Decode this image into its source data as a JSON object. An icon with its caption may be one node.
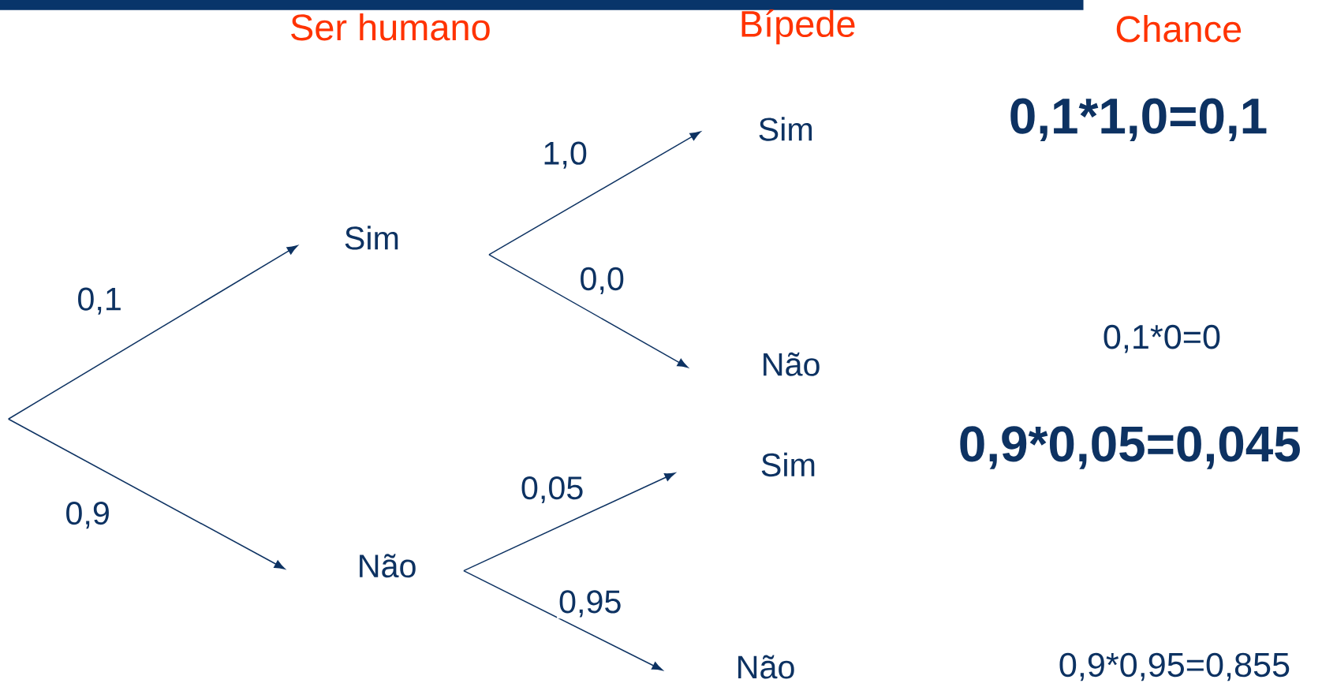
{
  "diagram": {
    "nodes": [
      {
        "text": [
          "Sim"
        ]
      },
      {
        "text": [
          "Não"
        ]
      },
      {
        "text": [
          "Sim"
        ]
      },
      {
        "text": [
          "Não"
        ]
      },
      {
        "text": [
          "Sim"
        ]
      },
      {
        "text": [
          "Não"
        ]
      }
    ],
    "edges": [
      {
        "from": null,
        "to": 0,
        "arrow": "to",
        "label": "0,1"
      },
      {
        "from": null,
        "to": 1,
        "arrow": "to",
        "label": "0,9"
      },
      {
        "from": 0,
        "to": 2,
        "arrow": "to",
        "label": "1,0"
      },
      {
        "from": 0,
        "to": 3,
        "arrow": "to",
        "label": "0,0"
      },
      {
        "from": 1,
        "to": 4,
        "arrow": "to",
        "label": "0,05"
      },
      {
        "from": 1,
        "to": 5,
        "arrow": "to",
        "label": "0,95"
      }
    ],
    "labels": [
      "Ser humano",
      "Bípede",
      "Chance",
      "0,1*1,0=0,1",
      "0,1*0=0",
      "0,9*0,05=0,045",
      "0,9*0,95=0,855"
    ]
  }
}
